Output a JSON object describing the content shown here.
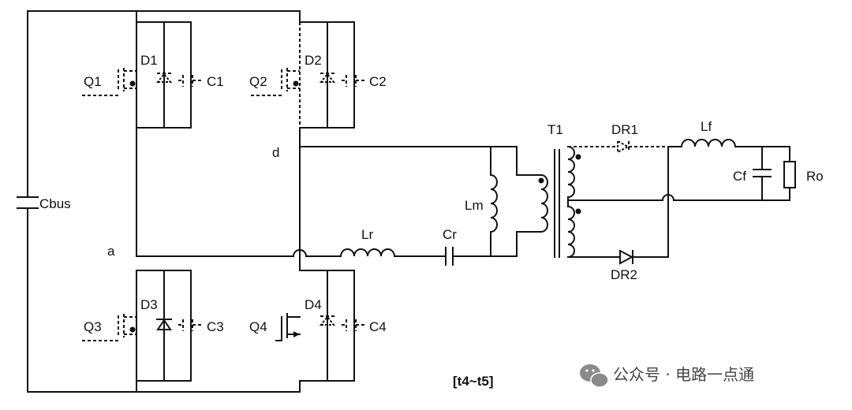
{
  "labels": {
    "cbus": "Cbus",
    "node_a": "a",
    "node_d": "d",
    "q1": "Q1",
    "d1": "D1",
    "c1": "C1",
    "q2": "Q2",
    "d2": "D2",
    "c2": "C2",
    "q3": "Q3",
    "d3": "D3",
    "c3": "C3",
    "q4": "Q4",
    "d4": "D4",
    "c4": "C4",
    "lr": "Lr",
    "cr": "Cr",
    "lm": "Lm",
    "t1": "T1",
    "dr1": "DR1",
    "dr2": "DR2",
    "lf": "Lf",
    "cf": "Cf",
    "ro": "Ro"
  },
  "interval": "[t4~t5]",
  "watermark": "公众号 · 电路一点通"
}
